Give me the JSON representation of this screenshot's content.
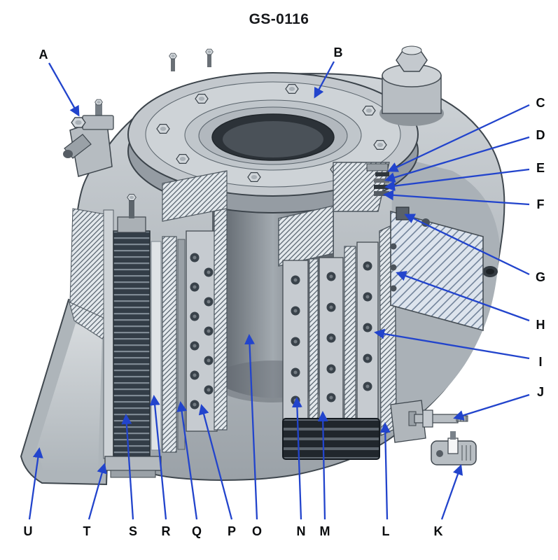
{
  "diagram": {
    "title": "GS-0116",
    "colors": {
      "arrow": "#2244cc",
      "label_text": "#0a0c0e"
    },
    "callouts": [
      {
        "letter": "A"
      },
      {
        "letter": "B"
      },
      {
        "letter": "C"
      },
      {
        "letter": "D"
      },
      {
        "letter": "E"
      },
      {
        "letter": "F"
      },
      {
        "letter": "G"
      },
      {
        "letter": "H"
      },
      {
        "letter": "I"
      },
      {
        "letter": "J"
      },
      {
        "letter": "K"
      },
      {
        "letter": "L"
      },
      {
        "letter": "M"
      },
      {
        "letter": "N"
      },
      {
        "letter": "O"
      },
      {
        "letter": "P"
      },
      {
        "letter": "Q"
      },
      {
        "letter": "R"
      },
      {
        "letter": "S"
      },
      {
        "letter": "T"
      },
      {
        "letter": "U"
      }
    ]
  }
}
